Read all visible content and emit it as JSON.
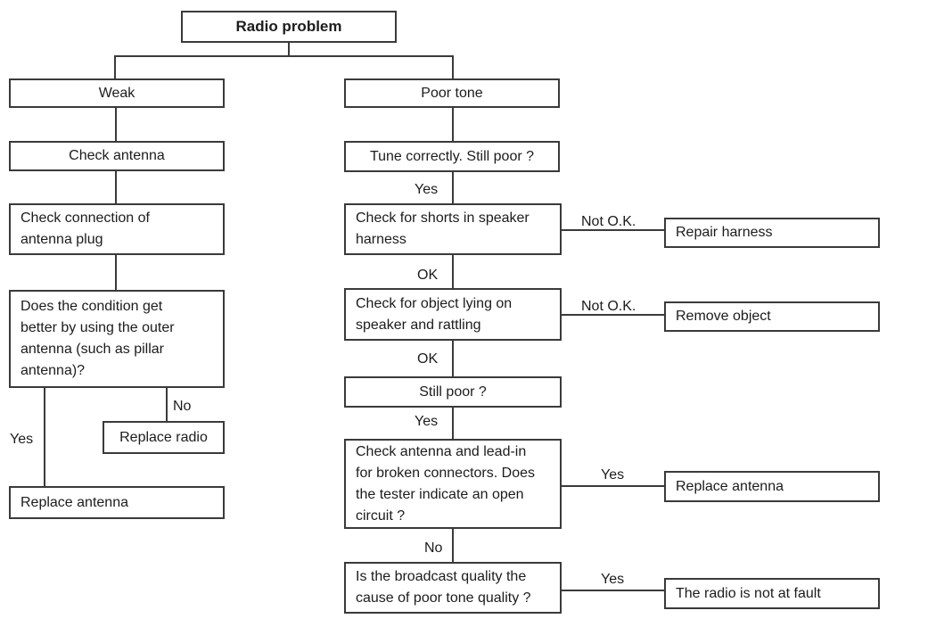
{
  "diagram": {
    "title": "Radio problem",
    "nodes": {
      "radio_problem": "Radio problem",
      "weak": "Weak",
      "poor_tone": "Poor tone",
      "check_antenna": "Check antenna",
      "tune_correctly": "Tune correctly. Still poor ?",
      "check_connection": "Check connection of antenna plug",
      "check_shorts": "Check for shorts in speaker harness",
      "repair_harness": "Repair harness",
      "does_condition": "Does the condition get better by using the outer antenna (such as pillar antenna)?",
      "check_object": "Check for object lying on speaker and rattling",
      "remove_object": "Remove object",
      "still_poor": "Still poor ?",
      "replace_radio": "Replace radio",
      "check_leadin": "Check antenna and lead-in for broken connectors. Does the tester indicate an open circuit ?",
      "replace_antenna_left": "Replace antenna",
      "replace_antenna_right": "Replace antenna",
      "broadcast_quality": "Is the broadcast quality the cause of poor tone quality ?",
      "radio_not_fault": "The radio is not at fault"
    },
    "labels": {
      "yes": "Yes",
      "no": "No",
      "ok": "OK",
      "not_ok": "Not O.K."
    },
    "colors": {
      "line": "#3a3a3a",
      "background": "#ffffff",
      "text": "#1c1c1c"
    }
  }
}
